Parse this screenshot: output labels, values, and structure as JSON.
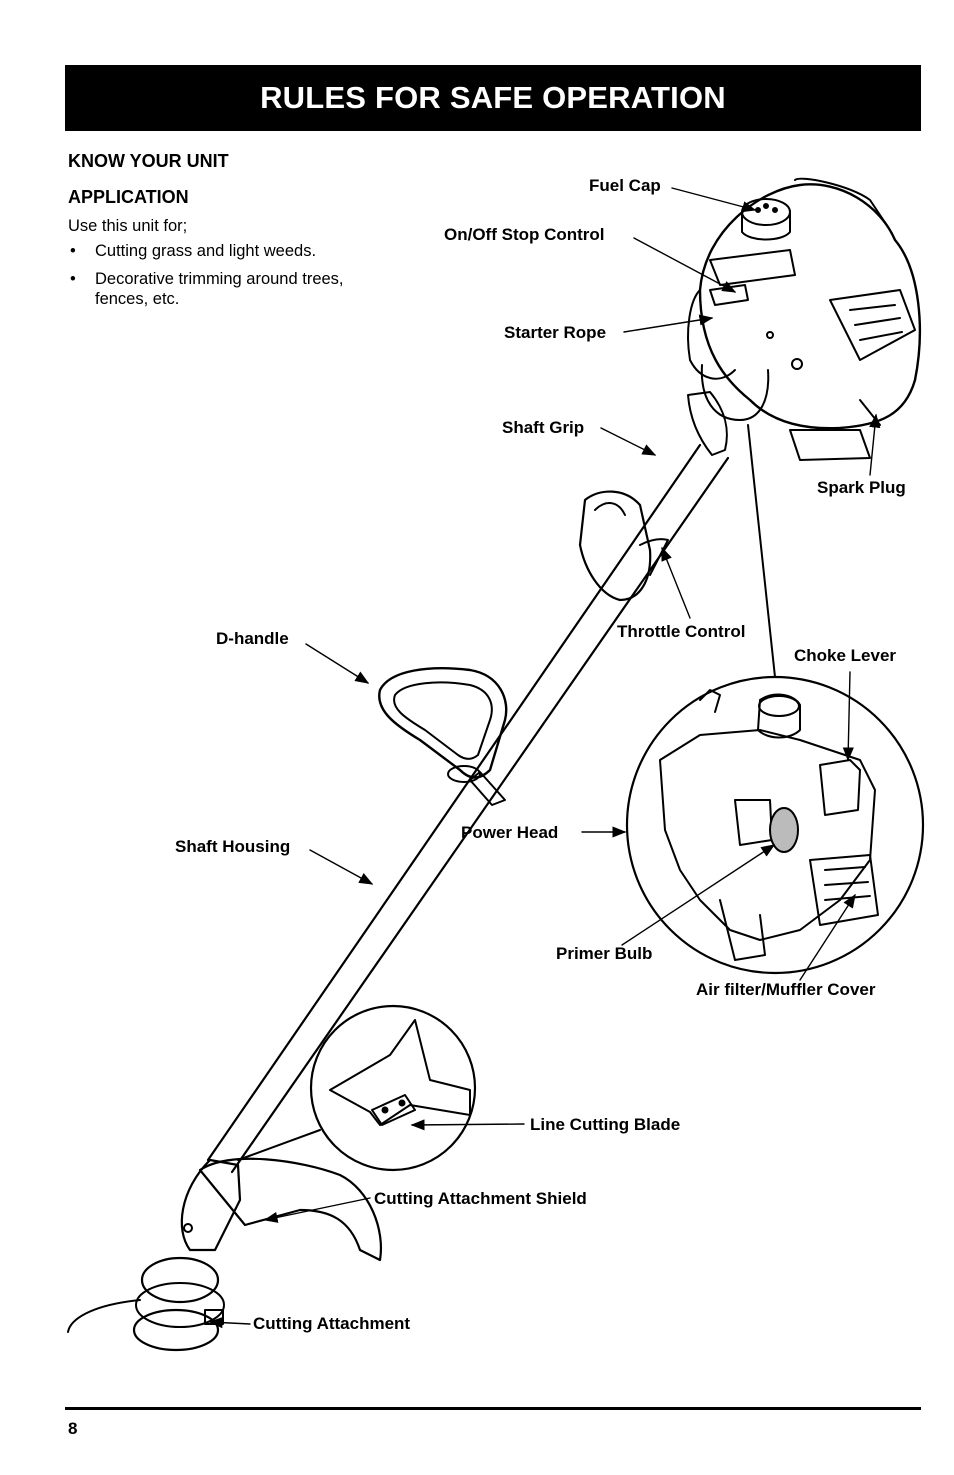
{
  "header": {
    "title": "RULES FOR SAFE OPERATION"
  },
  "section": {
    "heading": "KNOW YOUR UNIT",
    "subheading": "APPLICATION",
    "intro": "Use this unit for;",
    "bullets": [
      "Cutting grass and light weeds.",
      "Decorative trimming around trees, fences, etc."
    ]
  },
  "labels": {
    "fuel_cap": "Fuel Cap",
    "on_off": "On/Off Stop Control",
    "starter_rope": "Starter Rope",
    "shaft_grip": "Shaft Grip",
    "spark_plug": "Spark Plug",
    "throttle": "Throttle Control",
    "d_handle": "D-handle",
    "choke": "Choke Lever",
    "power_head": "Power Head",
    "shaft_housing": "Shaft Housing",
    "primer_bulb": "Primer Bulb",
    "air_filter": "Air filter/Muffler Cover",
    "line_blade": "Line Cutting Blade",
    "shield": "Cutting Attachment Shield",
    "attachment": "Cutting Attachment"
  },
  "footer": {
    "page_number": "8"
  }
}
